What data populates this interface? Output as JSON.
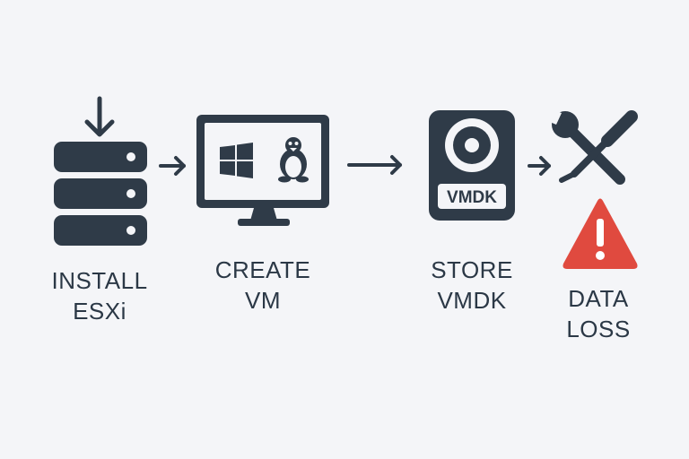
{
  "steps": [
    {
      "icon": "server-with-download-arrow",
      "lines": [
        "INSTALL",
        "ESXi"
      ]
    },
    {
      "icon": "monitor-windows-linux",
      "lines": [
        "CREATE",
        "VM"
      ]
    },
    {
      "icon": "vmdk-disk",
      "lines": [
        "STORE",
        "VMDK"
      ],
      "badge": "VMDK"
    },
    {
      "icon": "tools-and-warning",
      "lines": [
        "DATA",
        "LOSS"
      ]
    }
  ],
  "colors": {
    "background": "#f4f5f8",
    "icon": "#2f3b48",
    "text": "#2b3846",
    "warning": "#e04a3f"
  }
}
